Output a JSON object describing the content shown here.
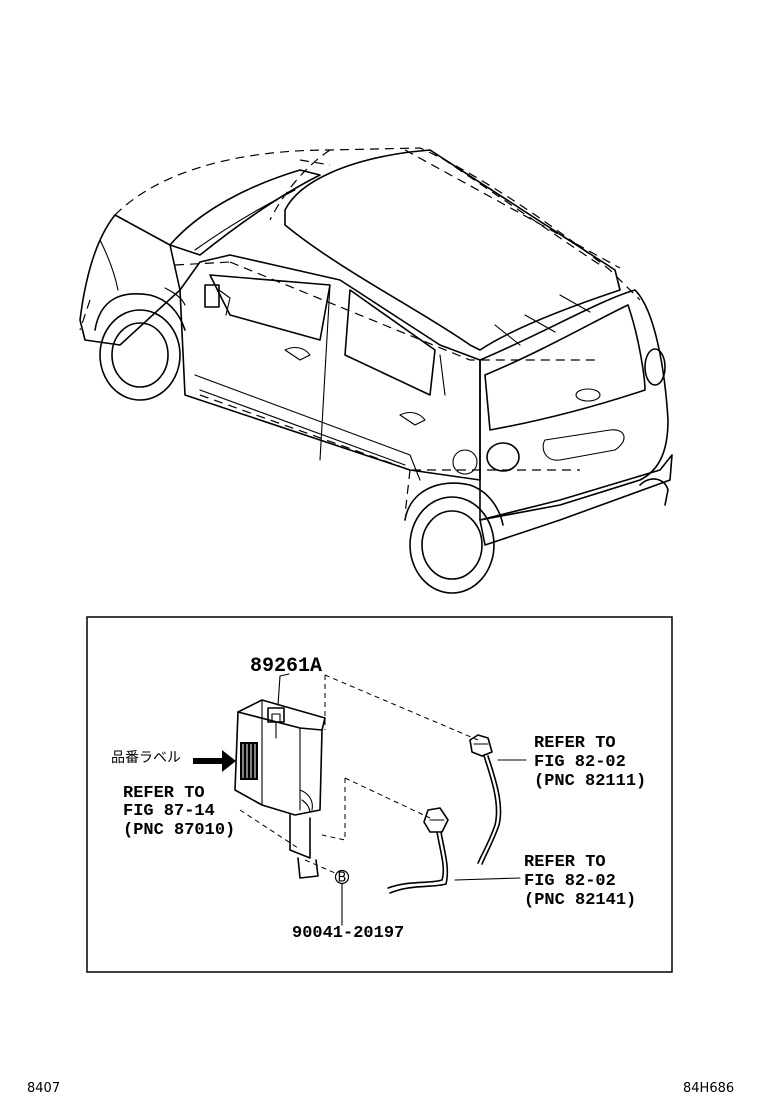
{
  "parts": {
    "main_part": "89261A",
    "bolt_part": "90041-20197",
    "bolt_marker": "B",
    "label_callout": "品番ラベル"
  },
  "references": {
    "ref_upper_right": {
      "line1": "REFER TO",
      "line2": "FIG 82-02",
      "line3": "(PNC 82111)"
    },
    "ref_lower_right": {
      "line1": "REFER TO",
      "line2": "FIG 82-02",
      "line3": "(PNC 82141)"
    },
    "ref_left": {
      "line1": "REFER TO",
      "line2": "FIG 87-14",
      "line3": "(PNC 87010)"
    }
  },
  "footer": {
    "page_code": "8407",
    "drawing_code": "84H686"
  }
}
